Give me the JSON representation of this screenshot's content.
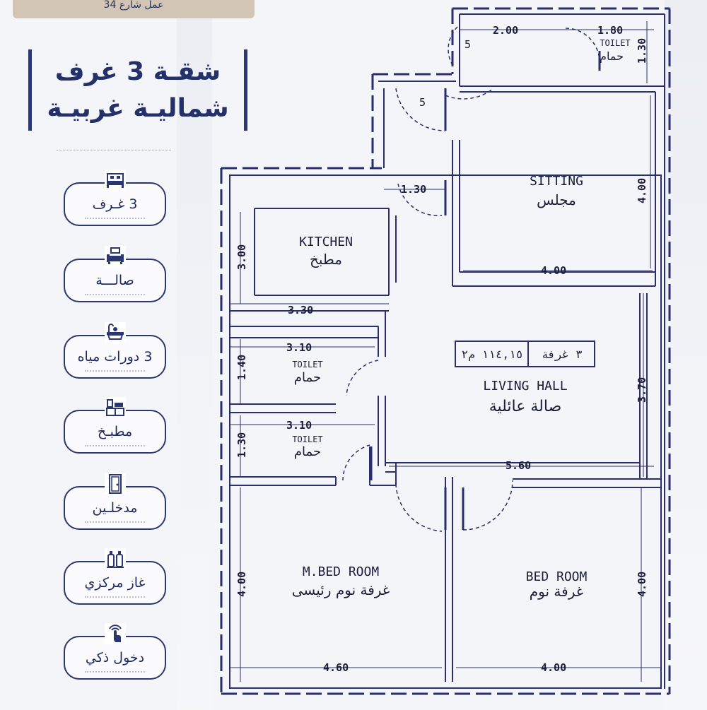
{
  "banner_text": "عمل شارع 34",
  "title": {
    "line1": "شقـة 3 غرف",
    "line2": "شماليـة غربيـة"
  },
  "features": [
    {
      "label": "3 غـرف",
      "icon": "bed-icon"
    },
    {
      "label": "صالـــة",
      "icon": "sofa-icon"
    },
    {
      "label": "3 دورات مياه",
      "icon": "bathtub-icon"
    },
    {
      "label": "مطبـخ",
      "icon": "kitchen-icon"
    },
    {
      "label": "مدخلـين",
      "icon": "door-icon"
    },
    {
      "label": "غاز مركزي",
      "icon": "gas-cylinder-icon"
    },
    {
      "label": "دخول ذكي",
      "icon": "smart-touch-icon"
    }
  ],
  "colors": {
    "navy": "#2b3771",
    "wall": "#2a2d6e",
    "banner": "#d2c5b4"
  },
  "floor_plan": {
    "rooms": {
      "sitting": {
        "en": "SITTING",
        "ar": "مجلس"
      },
      "kitchen": {
        "en": "KITCHEN",
        "ar": "مطبخ"
      },
      "living": {
        "en": "LIVING  HALL",
        "ar": "صالة عائلية"
      },
      "toilet": {
        "en": "TOILET",
        "ar": "حمام"
      },
      "mbed": {
        "en": "M.BED  ROOM",
        "ar": "غرفة نوم رئيسى"
      },
      "bed": {
        "en": "BED  ROOM",
        "ar": "غرفة نوم"
      }
    },
    "area_box": {
      "rooms": "٣ غرفة",
      "area": "١١٤,١٥ م٢"
    },
    "door_numbers": [
      "5",
      "5"
    ],
    "dimensions": {
      "top_left": "2.00",
      "top_right": "1.80",
      "toilet_top_v": "1.30",
      "entry": "1.30",
      "sitting_v": "4.00",
      "sitting_h": "4.00",
      "kitchen_v": "3.00",
      "kitchen_h": "3.30",
      "toilet1_h": "3.10",
      "toilet1_v": "1.40",
      "toilet2_h": "3.10",
      "toilet2_v": "1.30",
      "living_v": "3.70",
      "living_h": "5.60",
      "mbed_v": "4.00",
      "mbed_h": "4.60",
      "bed_v": "4.00",
      "bed_h": "4.00"
    }
  }
}
